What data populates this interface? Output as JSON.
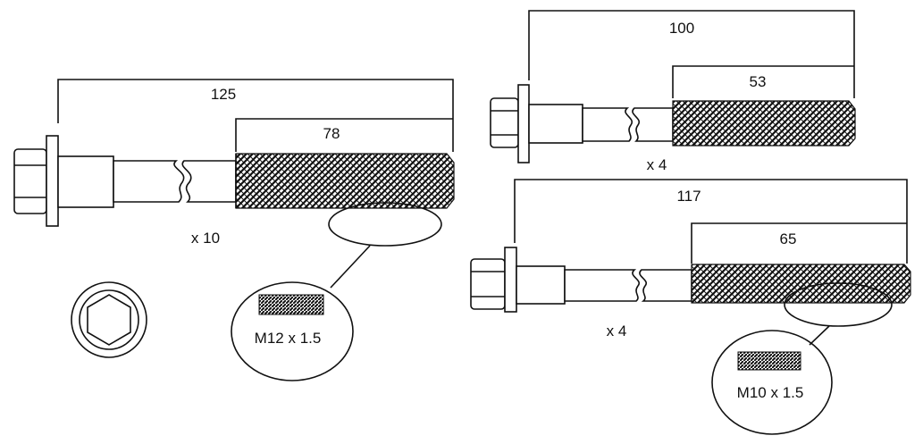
{
  "bolts": [
    {
      "total_length": "125",
      "thread_length": "78",
      "quantity": "x 10"
    },
    {
      "total_length": "100",
      "thread_length": "53",
      "quantity": "x 4"
    },
    {
      "total_length": "117",
      "thread_length": "65",
      "quantity": "x 4"
    }
  ],
  "thread_callouts": [
    {
      "label": "M12 x 1.5"
    },
    {
      "label": "M10 x 1.5"
    }
  ],
  "head_end_view": {
    "icon": "hex-socket-head-icon"
  }
}
